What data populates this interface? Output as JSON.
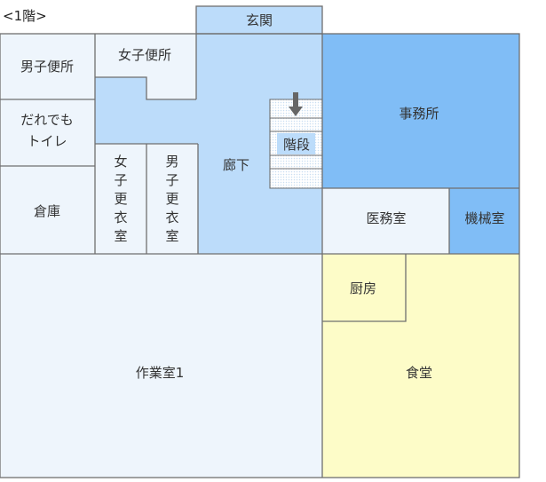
{
  "floor_label": "<1階>",
  "colors": {
    "room_pale": "#eef5fc",
    "corridor": "#bcdcfa",
    "office": "#80bdf6",
    "dining": "#fdfcc8",
    "stair_pattern": "#d6e8f7",
    "arrow": "#666666",
    "wall": "#6f6f6f"
  },
  "rooms": {
    "entrance": "玄関",
    "mens_toilet": "男子便所",
    "womens_toilet": "女子便所",
    "universal_toilet": [
      "だれでも",
      "トイレ"
    ],
    "storage": "倉庫",
    "womens_changing": [
      "女",
      "子",
      "更",
      "衣",
      "室"
    ],
    "mens_changing": [
      "男",
      "子",
      "更",
      "衣",
      "室"
    ],
    "corridor": "廊下",
    "stairs": "階段",
    "stairs_arrow_icon": "arrow-down-icon",
    "office": "事務所",
    "medical_room": "医務室",
    "machine_room": "機械室",
    "workroom": "作業室1",
    "kitchen": "厨房",
    "dining_hall": "食堂"
  }
}
